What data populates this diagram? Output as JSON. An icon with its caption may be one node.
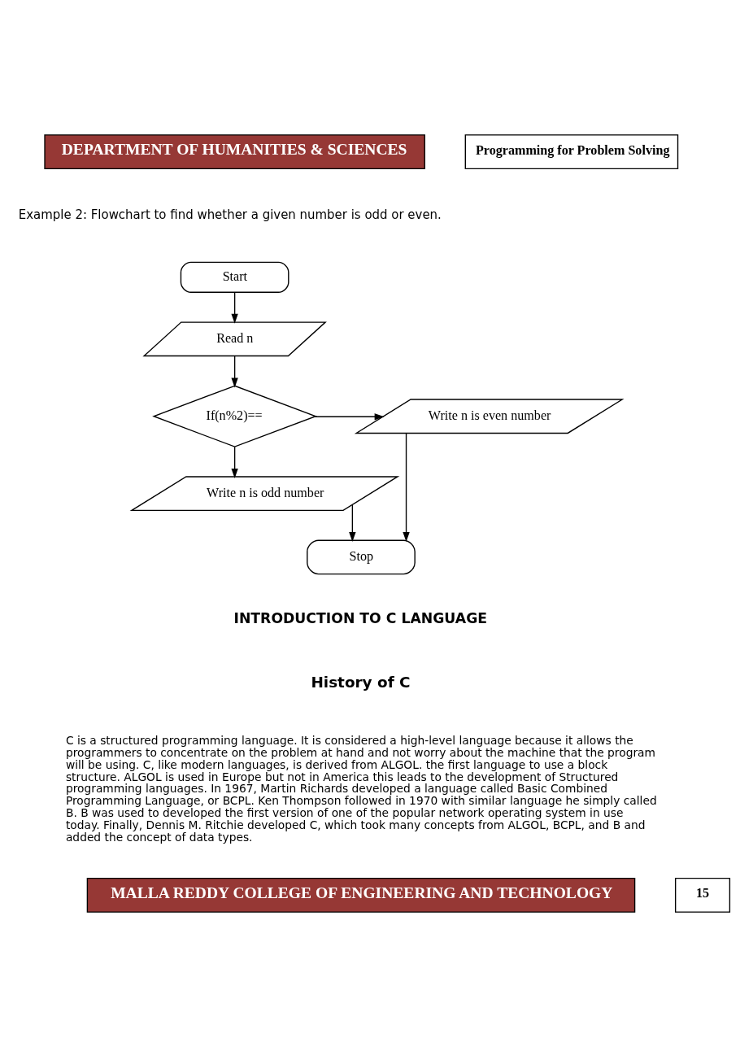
{
  "diagram": {
    "nodes": [
      {
        "text": [
          "DEPARTMENT OF HUMANITIES & SCIENCES"
        ]
      },
      {
        "text": [
          "Programming for Problem Solving"
        ]
      },
      {
        "text": [
          "Start"
        ]
      },
      {
        "text": [
          "Read n"
        ]
      },
      {
        "text": [
          "If(n%2)=="
        ]
      },
      {
        "text": [
          "Write n is even number"
        ]
      },
      {
        "text": [
          "Write n is odd number"
        ]
      },
      {
        "text": [
          "Stop"
        ]
      },
      {
        "text": [
          "MALLA REDDY COLLEGE OF ENGINEERING AND TECHNOLOGY"
        ]
      },
      {
        "text": [
          "15"
        ]
      }
    ],
    "edges": [
      {
        "from": 2,
        "to": 3,
        "arrow": "to"
      },
      {
        "from": 3,
        "to": 4,
        "arrow": "to"
      },
      {
        "from": 4,
        "to": 5,
        "arrow": "to"
      },
      {
        "from": 4,
        "to": 6,
        "arrow": "to"
      },
      {
        "from": 6,
        "to": 7,
        "arrow": "to"
      },
      {
        "from": 5,
        "to": 7,
        "arrow": "to"
      }
    ],
    "labels": [
      "Example 2: Flowchart to find whether a given number is odd or even.",
      "INTRODUCTION TO C LANGUAGE",
      "History of C",
      "C is a structured programming language. It is considered a high-level language because it allows the programmers to concentrate on the problem at hand and not worry about the machine that the program will be using. C, like modern languages, is derived from ALGOL. the first language to use a block structure. ALGOL is used in Europe but not in America this leads to the development of Structured programming languages. In 1967, Martin Richards developed a language called Basic Combined Programming Language, or BCPL. Ken Thompson followed in 1970 with similar language he simply called B. B was used to developed the first version of one of the popular network operating system in use today. Finally, Dennis M. Ritchie developed C, which took many concepts from ALGOL, BCPL, and B and added the concept of data types."
    ]
  }
}
